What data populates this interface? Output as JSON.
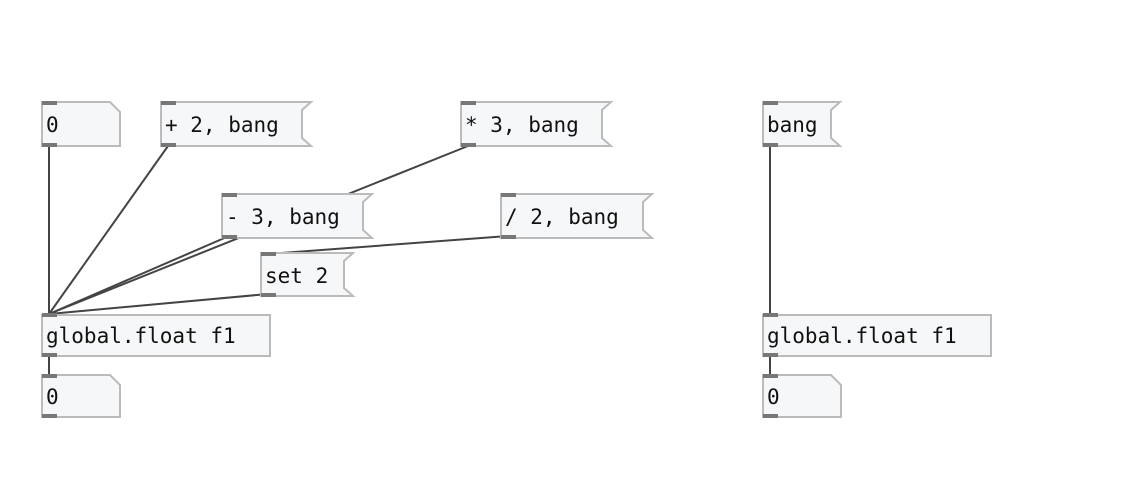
{
  "patch": {
    "objects": {
      "num1": "0",
      "msg_add": "+ 2, bang",
      "msg_mul": "* 3, bang",
      "msg_sub": "- 3, bang",
      "msg_div": "/ 2, bang",
      "msg_set": "set 2",
      "obj_global1": "global.float f1",
      "num_out1": "0",
      "msg_bang": "bang",
      "obj_global2": "global.float f1",
      "num_out2": "0"
    }
  }
}
